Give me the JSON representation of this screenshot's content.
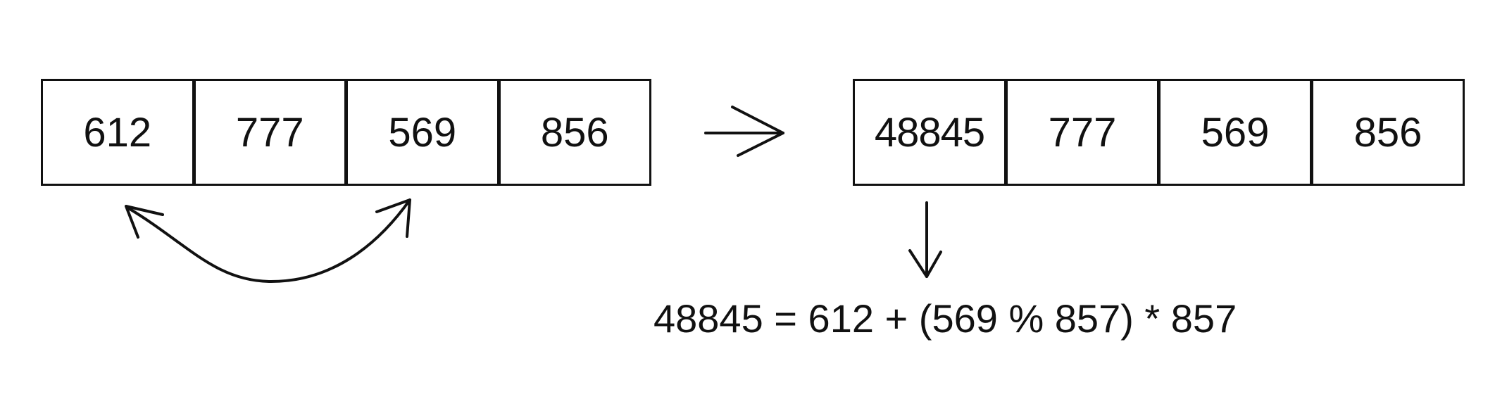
{
  "before": {
    "cells": [
      "612",
      "777",
      "569",
      "856"
    ]
  },
  "after": {
    "cells": [
      "48845",
      "777",
      "569",
      "856"
    ]
  },
  "formula": "48845 = 612 + (569 % 857) * 857"
}
